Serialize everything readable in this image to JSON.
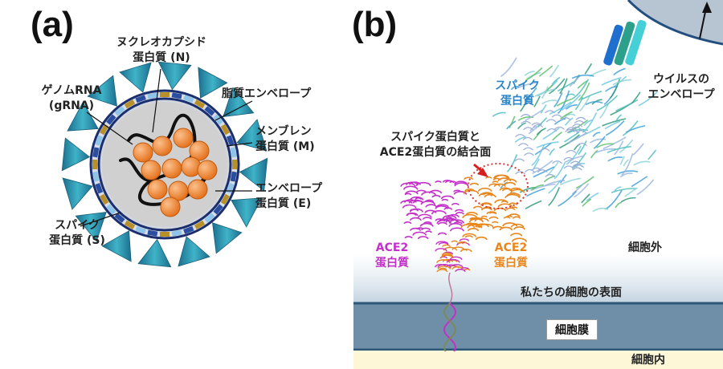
{
  "panel_a": {
    "label": "(a)",
    "labels": {
      "nucleocapsid": [
        "ヌクレオカプシド",
        "蛋白質 (N)"
      ],
      "genome": [
        "ゲノムRNA",
        "(gRNA)"
      ],
      "lipid_envelope": "脂質エンベロープ",
      "membrane": [
        "メンブレン",
        "蛋白質 (M)"
      ],
      "envelope": [
        "エンベロープ",
        "蛋白質 (E)"
      ],
      "spike": [
        "スパイク",
        "蛋白質 (S)"
      ]
    }
  },
  "panel_b": {
    "label": "(b)",
    "labels": {
      "spike": [
        "スパイク",
        "蛋白質"
      ],
      "viral_envelope": [
        "ウイルスの",
        "エンベロープ"
      ],
      "binding_interface": [
        "スパイク蛋白質と",
        "ACE2蛋白質の結合面"
      ],
      "ace2_magenta": [
        "ACE2",
        "蛋白質"
      ],
      "ace2_orange": [
        "ACE2",
        "蛋白質"
      ],
      "extracellular": "細胞外",
      "cell_surface": "私たちの細胞の表面",
      "cell_membrane": "細胞膜",
      "intracellular": "細胞内"
    }
  },
  "colors": {
    "spike": "#2b9ab0",
    "capsid": "#f08a3a",
    "ace2_magenta": "#c230c8",
    "ace2_orange": "#e8861c",
    "membrane": "#6c8eaa",
    "label_blue": "#2a86c8"
  }
}
